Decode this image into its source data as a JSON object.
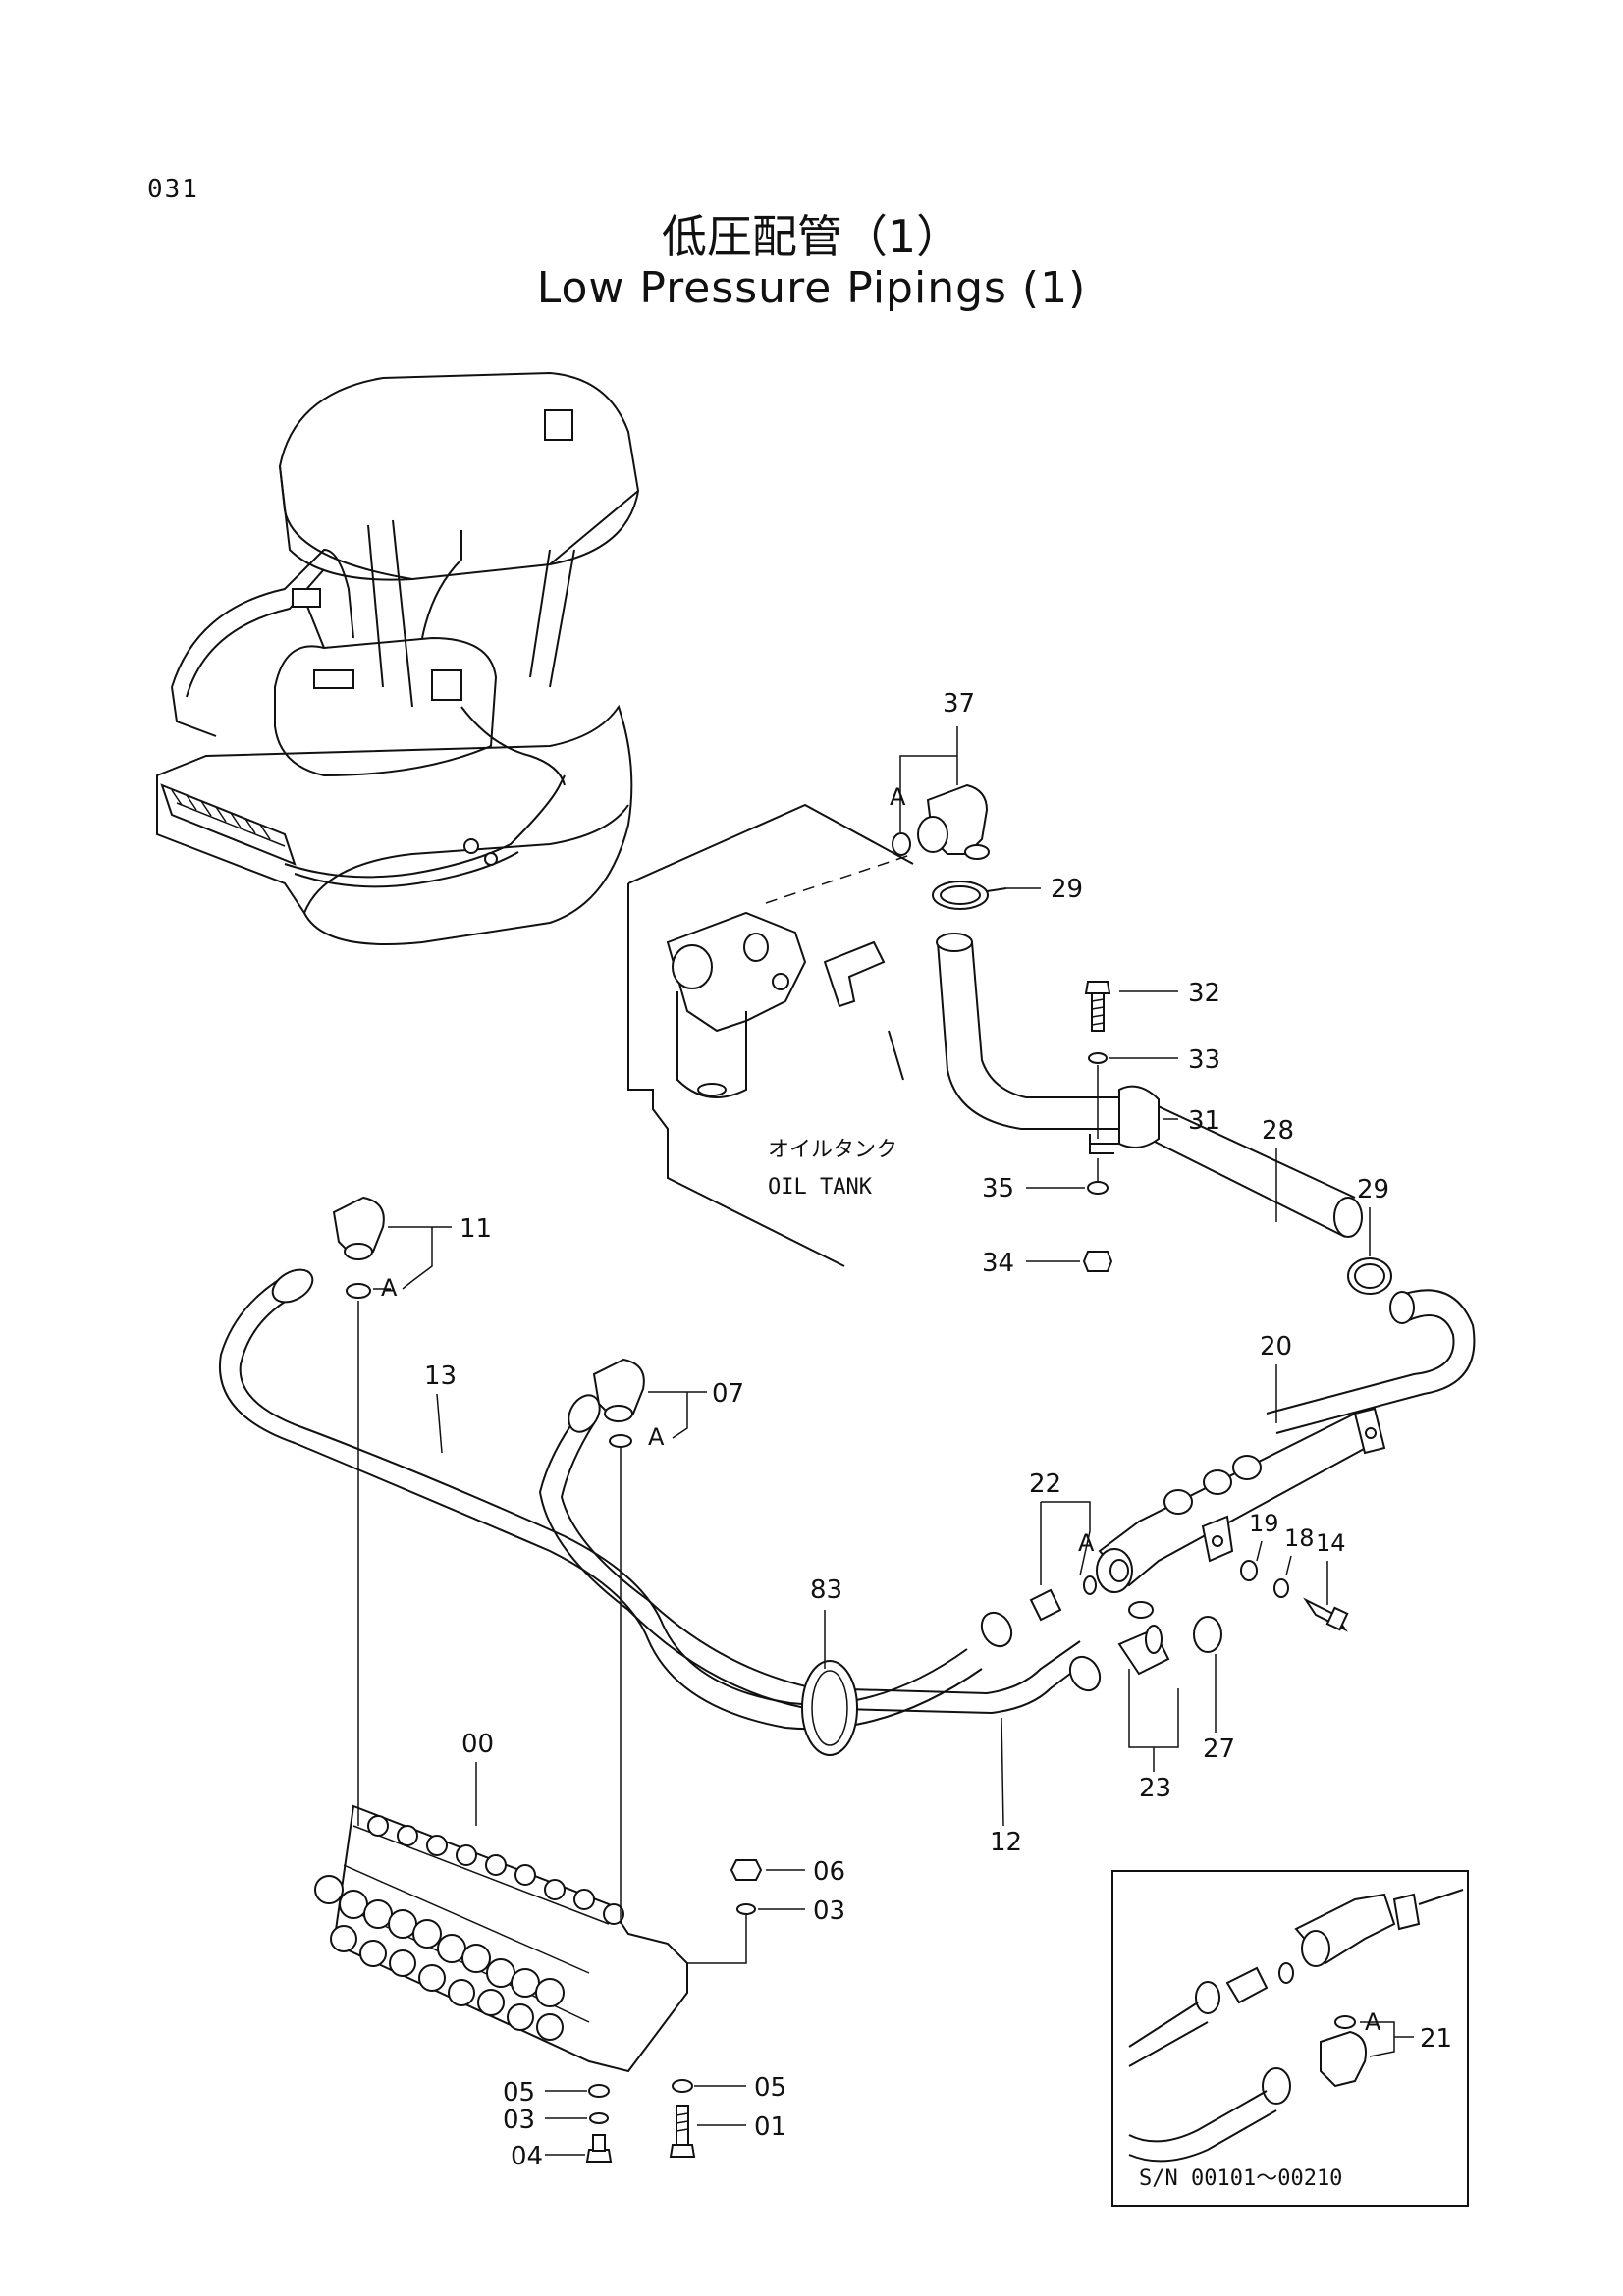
{
  "page_number": "031",
  "title_jp": "低圧配管（1）",
  "title_en": "Low Pressure Pipings (1)",
  "oil_tank_jp": "オイルタンク",
  "oil_tank_en": "OIL  TANK",
  "connection_marker": "A",
  "serial_note": "S/N  00101～00210",
  "part_labels": {
    "p37": "37",
    "p29a": "29",
    "p32": "32",
    "p33": "33",
    "p31": "31",
    "p28": "28",
    "p29b": "29",
    "p35": "35",
    "p34": "34",
    "p11": "11",
    "p13": "13",
    "p07": "07",
    "p20": "20",
    "p22": "22",
    "p19": "19",
    "p18": "18",
    "p14": "14",
    "p83": "83",
    "p23": "23",
    "p27": "27",
    "p12": "12",
    "p00": "00",
    "p06": "06",
    "p03a": "03",
    "p05a": "05",
    "p03b": "03",
    "p04": "04",
    "p05b": "05",
    "p01": "01",
    "p21": "21"
  }
}
